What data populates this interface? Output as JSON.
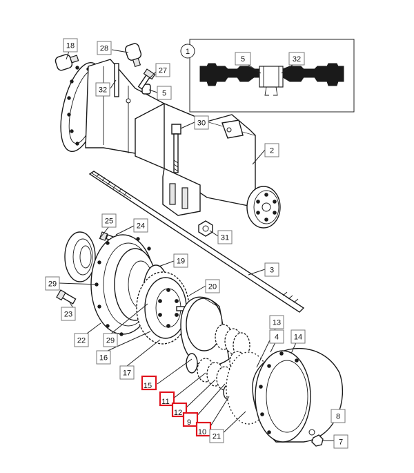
{
  "diagram": {
    "inset": {
      "callout": "1",
      "labels": [
        "5",
        "32"
      ]
    },
    "callouts": [
      {
        "id": "c18",
        "text": "18",
        "highlighted": false
      },
      {
        "id": "c28",
        "text": "28",
        "highlighted": false
      },
      {
        "id": "c27",
        "text": "27",
        "highlighted": false
      },
      {
        "id": "c32",
        "text": "32",
        "highlighted": false
      },
      {
        "id": "c5",
        "text": "5",
        "highlighted": false
      },
      {
        "id": "c30",
        "text": "30",
        "highlighted": false
      },
      {
        "id": "c2",
        "text": "2",
        "highlighted": false
      },
      {
        "id": "c31",
        "text": "31",
        "highlighted": false
      },
      {
        "id": "c25",
        "text": "25",
        "highlighted": false
      },
      {
        "id": "c24",
        "text": "24",
        "highlighted": false
      },
      {
        "id": "c19",
        "text": "19",
        "highlighted": false
      },
      {
        "id": "c3",
        "text": "3",
        "highlighted": false
      },
      {
        "id": "c29a",
        "text": "29",
        "highlighted": false
      },
      {
        "id": "c20",
        "text": "20",
        "highlighted": false
      },
      {
        "id": "c23",
        "text": "23",
        "highlighted": false
      },
      {
        "id": "c22",
        "text": "22",
        "highlighted": false
      },
      {
        "id": "c29b",
        "text": "29",
        "highlighted": false
      },
      {
        "id": "c16",
        "text": "16",
        "highlighted": false
      },
      {
        "id": "c17",
        "text": "17",
        "highlighted": false
      },
      {
        "id": "c13",
        "text": "13",
        "highlighted": false
      },
      {
        "id": "c4",
        "text": "4",
        "highlighted": false
      },
      {
        "id": "c14",
        "text": "14",
        "highlighted": false
      },
      {
        "id": "c15",
        "text": "15",
        "highlighted": true
      },
      {
        "id": "c11",
        "text": "11",
        "highlighted": true
      },
      {
        "id": "c12",
        "text": "12",
        "highlighted": true
      },
      {
        "id": "c9",
        "text": "9",
        "highlighted": true
      },
      {
        "id": "c10",
        "text": "10",
        "highlighted": true
      },
      {
        "id": "c21",
        "text": "21",
        "highlighted": false
      },
      {
        "id": "c8",
        "text": "8",
        "highlighted": false
      },
      {
        "id": "c7",
        "text": "7",
        "highlighted": false
      }
    ],
    "colors": {
      "highlight": "#e0141e",
      "line": "#1a1a1a",
      "box_border": "#777777"
    }
  }
}
